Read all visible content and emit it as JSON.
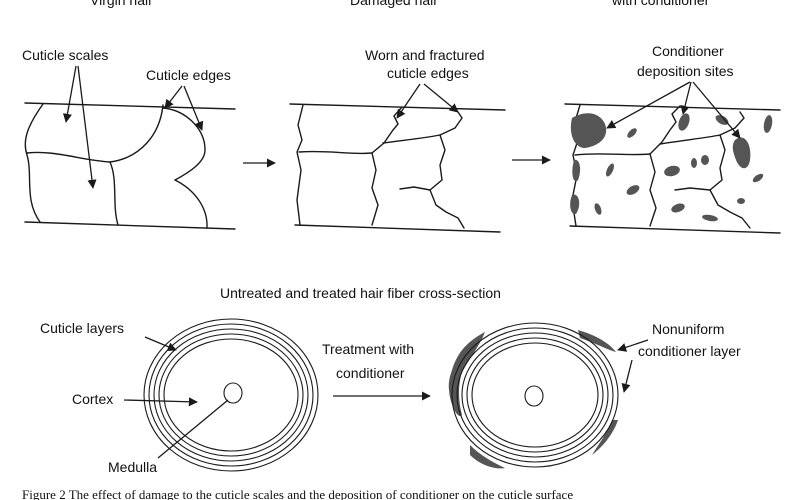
{
  "panels": {
    "virgin_title": "Virgin hair",
    "damaged_title": "Damaged hair",
    "conditioned_title": "with conditioner"
  },
  "labels": {
    "cuticle_scales": "Cuticle scales",
    "cuticle_edges": "Cuticle edges",
    "worn_line1": "Worn and fractured",
    "worn_line2": "cuticle edges",
    "cond_line1": "Conditioner",
    "cond_line2": "deposition sites"
  },
  "cross_section": {
    "title": "Untreated and treated hair fiber cross-section",
    "cuticle_layers": "Cuticle layers",
    "cortex": "Cortex",
    "medulla": "Medulla",
    "treatment_line1": "Treatment with",
    "treatment_line2": "conditioner",
    "nonuniform_line1": "Nonuniform",
    "nonuniform_line2": "conditioner layer"
  },
  "caption": "Figure 2   The effect of damage to the cuticle scales and the deposition of conditioner on the cuticle surface",
  "colors": {
    "ink": "#1a1a1a",
    "deposit": "#555555",
    "background": "#ffffff"
  }
}
